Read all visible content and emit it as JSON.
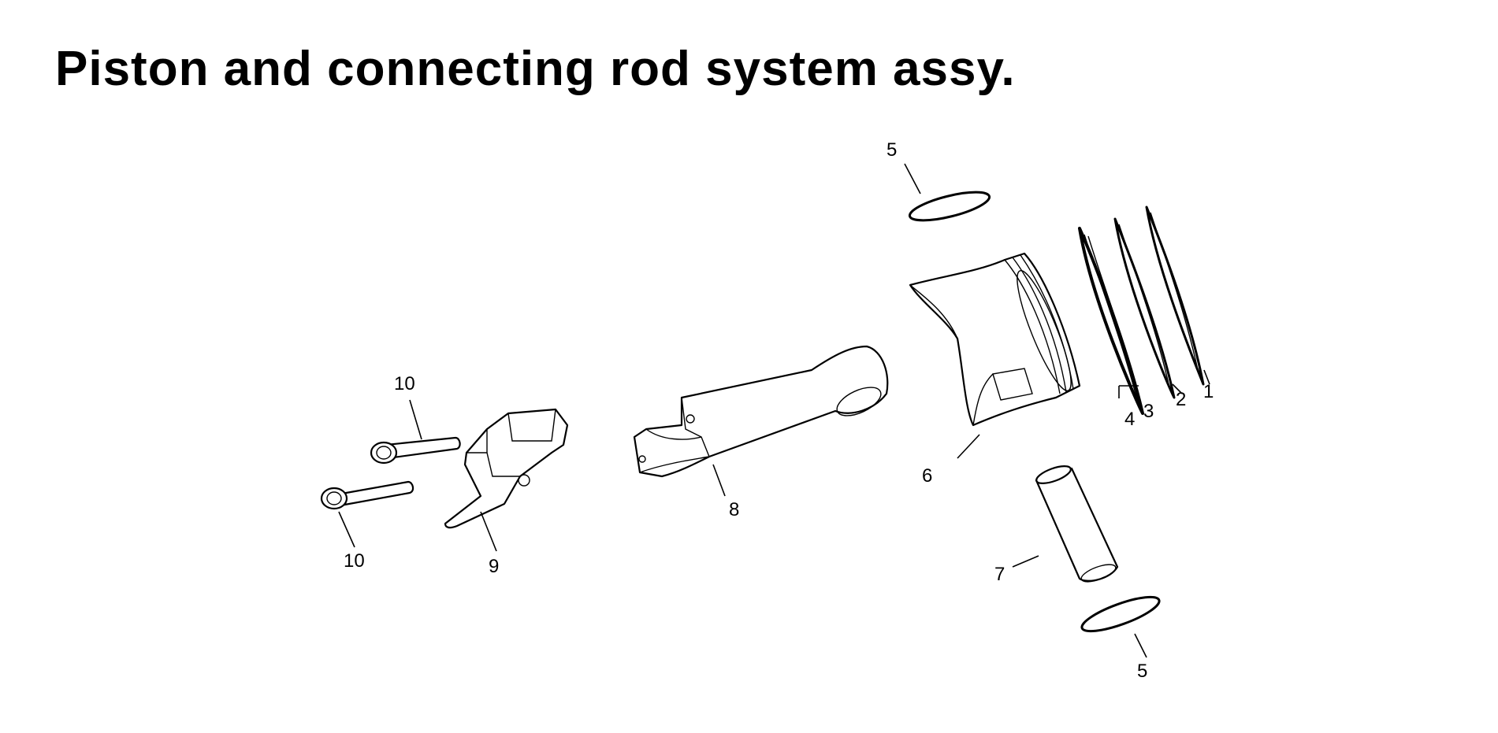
{
  "title": "Piston and connecting rod system assy.",
  "labels": {
    "ring_top": "1",
    "ring_second": "2",
    "ring_oil_a": "3",
    "ring_oil_b": "4",
    "clip_top": "5",
    "clip_bottom": "5",
    "piston": "6",
    "piston_pin": "7",
    "connecting_rod": "8",
    "rod_cap": "9",
    "bolt_upper": "10",
    "bolt_lower": "10"
  }
}
